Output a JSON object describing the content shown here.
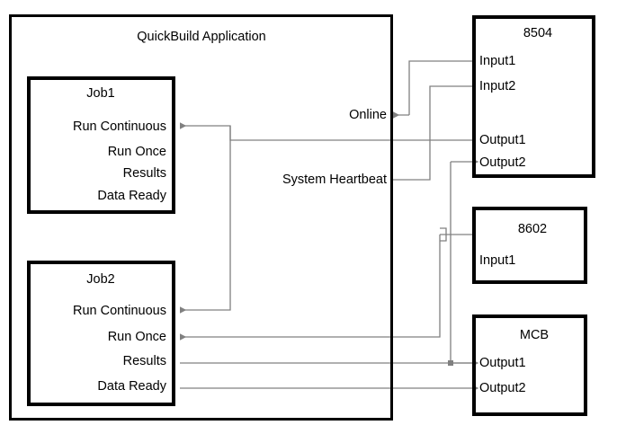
{
  "diagram": {
    "title": "QuickBuild Application",
    "application": {
      "name": "QuickBuild Application",
      "signals": [
        {
          "name": "Online",
          "label": "Online"
        },
        {
          "name": "System Heartbeat",
          "label": "System Heartbeat"
        }
      ]
    },
    "jobs": [
      {
        "title": "Job1",
        "ports": [
          {
            "label": "Run Continuous"
          },
          {
            "label": "Run Once"
          },
          {
            "label": "Results"
          },
          {
            "label": "Data Ready"
          }
        ]
      },
      {
        "title": "Job2",
        "ports": [
          {
            "label": "Run Continuous"
          },
          {
            "label": "Run Once"
          },
          {
            "label": "Results"
          },
          {
            "label": "Data Ready"
          }
        ]
      }
    ],
    "devices": [
      {
        "title": "8504",
        "ports": [
          {
            "label": "Input1"
          },
          {
            "label": "Input2"
          },
          {
            "label": "Output1"
          },
          {
            "label": "Output2"
          }
        ]
      },
      {
        "title": "8602",
        "ports": [
          {
            "label": "Input1"
          }
        ]
      },
      {
        "title": "MCB",
        "ports": [
          {
            "label": "Output1"
          },
          {
            "label": "Output2"
          }
        ]
      }
    ],
    "colors": {
      "border": "#000000",
      "wire": "#808080",
      "background": "#ffffff",
      "text": "#000000"
    }
  }
}
